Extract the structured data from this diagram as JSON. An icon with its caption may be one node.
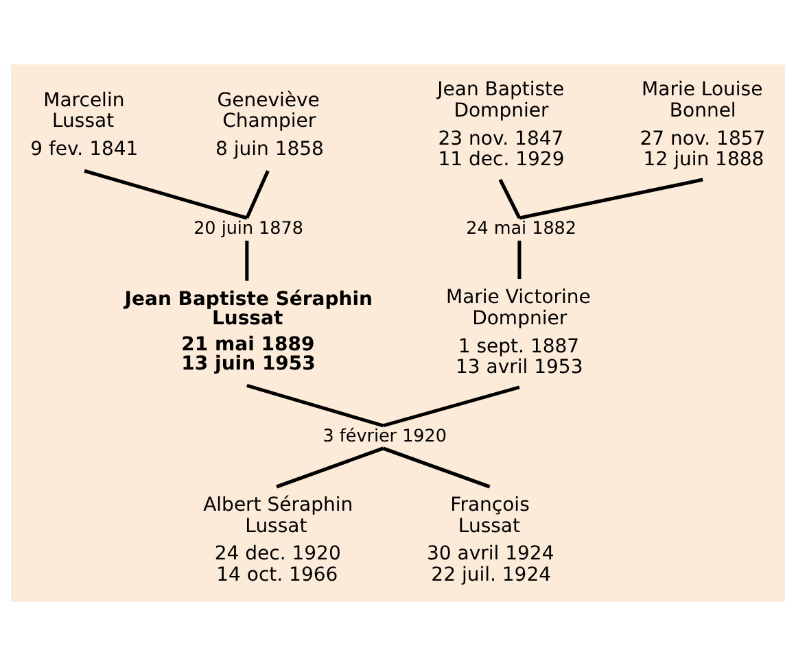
{
  "diagram": {
    "nodes": [
      {
        "text": [
          "Marcelin Lussat",
          "9 fev. 1841"
        ]
      },
      {
        "text": [
          "Geneviève Champier",
          "8 juin 1858"
        ]
      },
      {
        "text": [
          "Jean Baptiste Dompnier",
          "23 nov. 1847",
          "11 dec. 1929"
        ]
      },
      {
        "text": [
          "Marie Louise Bonnel",
          "27 nov. 1857",
          "12 juin 1888"
        ]
      },
      {
        "text": [
          "20 juin 1878"
        ]
      },
      {
        "text": [
          "24 mai 1882"
        ]
      },
      {
        "text": [
          "Jean Baptiste Séraphin Lussat",
          "21 mai 1889",
          "13 juin 1953"
        ]
      },
      {
        "text": [
          "Marie Victorine Dompnier",
          "1 sept. 1887",
          "13 avril 1953"
        ]
      },
      {
        "text": [
          "3 février 1920"
        ]
      },
      {
        "text": [
          "Albert Séraphin Lussat",
          "24 dec. 1920",
          "14 oct. 1966"
        ]
      },
      {
        "text": [
          "François Lussat",
          "30 avril 1924",
          "22 juil. 1924"
        ]
      }
    ],
    "edges": [
      {
        "from": 0,
        "to": 4,
        "arrow": "none"
      },
      {
        "from": 1,
        "to": 4,
        "arrow": "none"
      },
      {
        "from": 2,
        "to": 5,
        "arrow": "none"
      },
      {
        "from": 3,
        "to": 5,
        "arrow": "none"
      },
      {
        "from": 4,
        "to": 6,
        "arrow": "none"
      },
      {
        "from": 5,
        "to": 7,
        "arrow": "none"
      },
      {
        "from": 6,
        "to": 8,
        "arrow": "none"
      },
      {
        "from": 7,
        "to": 8,
        "arrow": "none"
      },
      {
        "from": 8,
        "to": 9,
        "arrow": "none"
      },
      {
        "from": 8,
        "to": 10,
        "arrow": "none"
      }
    ]
  }
}
